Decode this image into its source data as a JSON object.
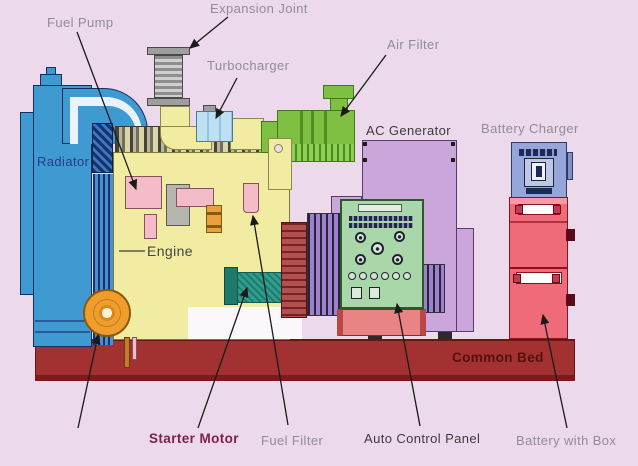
{
  "labels": {
    "fuel_pump": "Fuel Pump",
    "expansion_joint": "Expansion Joint",
    "turbocharger": "Turbocharger",
    "air_filter": "Air Filter",
    "ac_generator": "AC Generator",
    "battery_charger": "Battery Charger",
    "radiator": "Radiator",
    "engine": "Engine",
    "common_bed": "Common Bed",
    "starter_motor": "Starter Motor",
    "fuel_filter": "Fuel Filter",
    "auto_control_panel": "Auto Control Panel",
    "battery_with_box": "Battery with Box"
  },
  "colors": {
    "bg": "#ecd9ec",
    "bed_red": "#a23232",
    "bed_dark": "#7a1c1c",
    "bed_edge": "#6a1515",
    "radiator_blue": "#3f9ad2",
    "radiator_navy": "#14305e",
    "engine_yellow": "#f2eca2",
    "engine_edge": "#7a7a3a",
    "pink": "#f4bcc8",
    "pink_edge": "#8a505c",
    "orange": "#ef9d2c",
    "teal": "#2f9e8e",
    "lavender": "#cba6da",
    "lavender_edge": "#5a3a6a",
    "panel_green": "#a9d7a9",
    "panel_edge": "#2a5a2a",
    "af_green": "#7fc043",
    "af_edge": "#3f7a1a",
    "battery_red": "#ef6b7a",
    "battery_edge": "#8a1220",
    "charger_blue": "#97a6d8",
    "charger_edge": "#2a3a6a",
    "flange_gray": "#9e9e9e",
    "turbo_blue": "#bfdff2",
    "leader": "#1a1a1a",
    "label_gray": "#8e8e96",
    "label_dark": "#3c3c3c",
    "label_maroon": "#7c1f4a",
    "bed_text": "#5a0f0f",
    "radiator_text": "#233d8b"
  }
}
